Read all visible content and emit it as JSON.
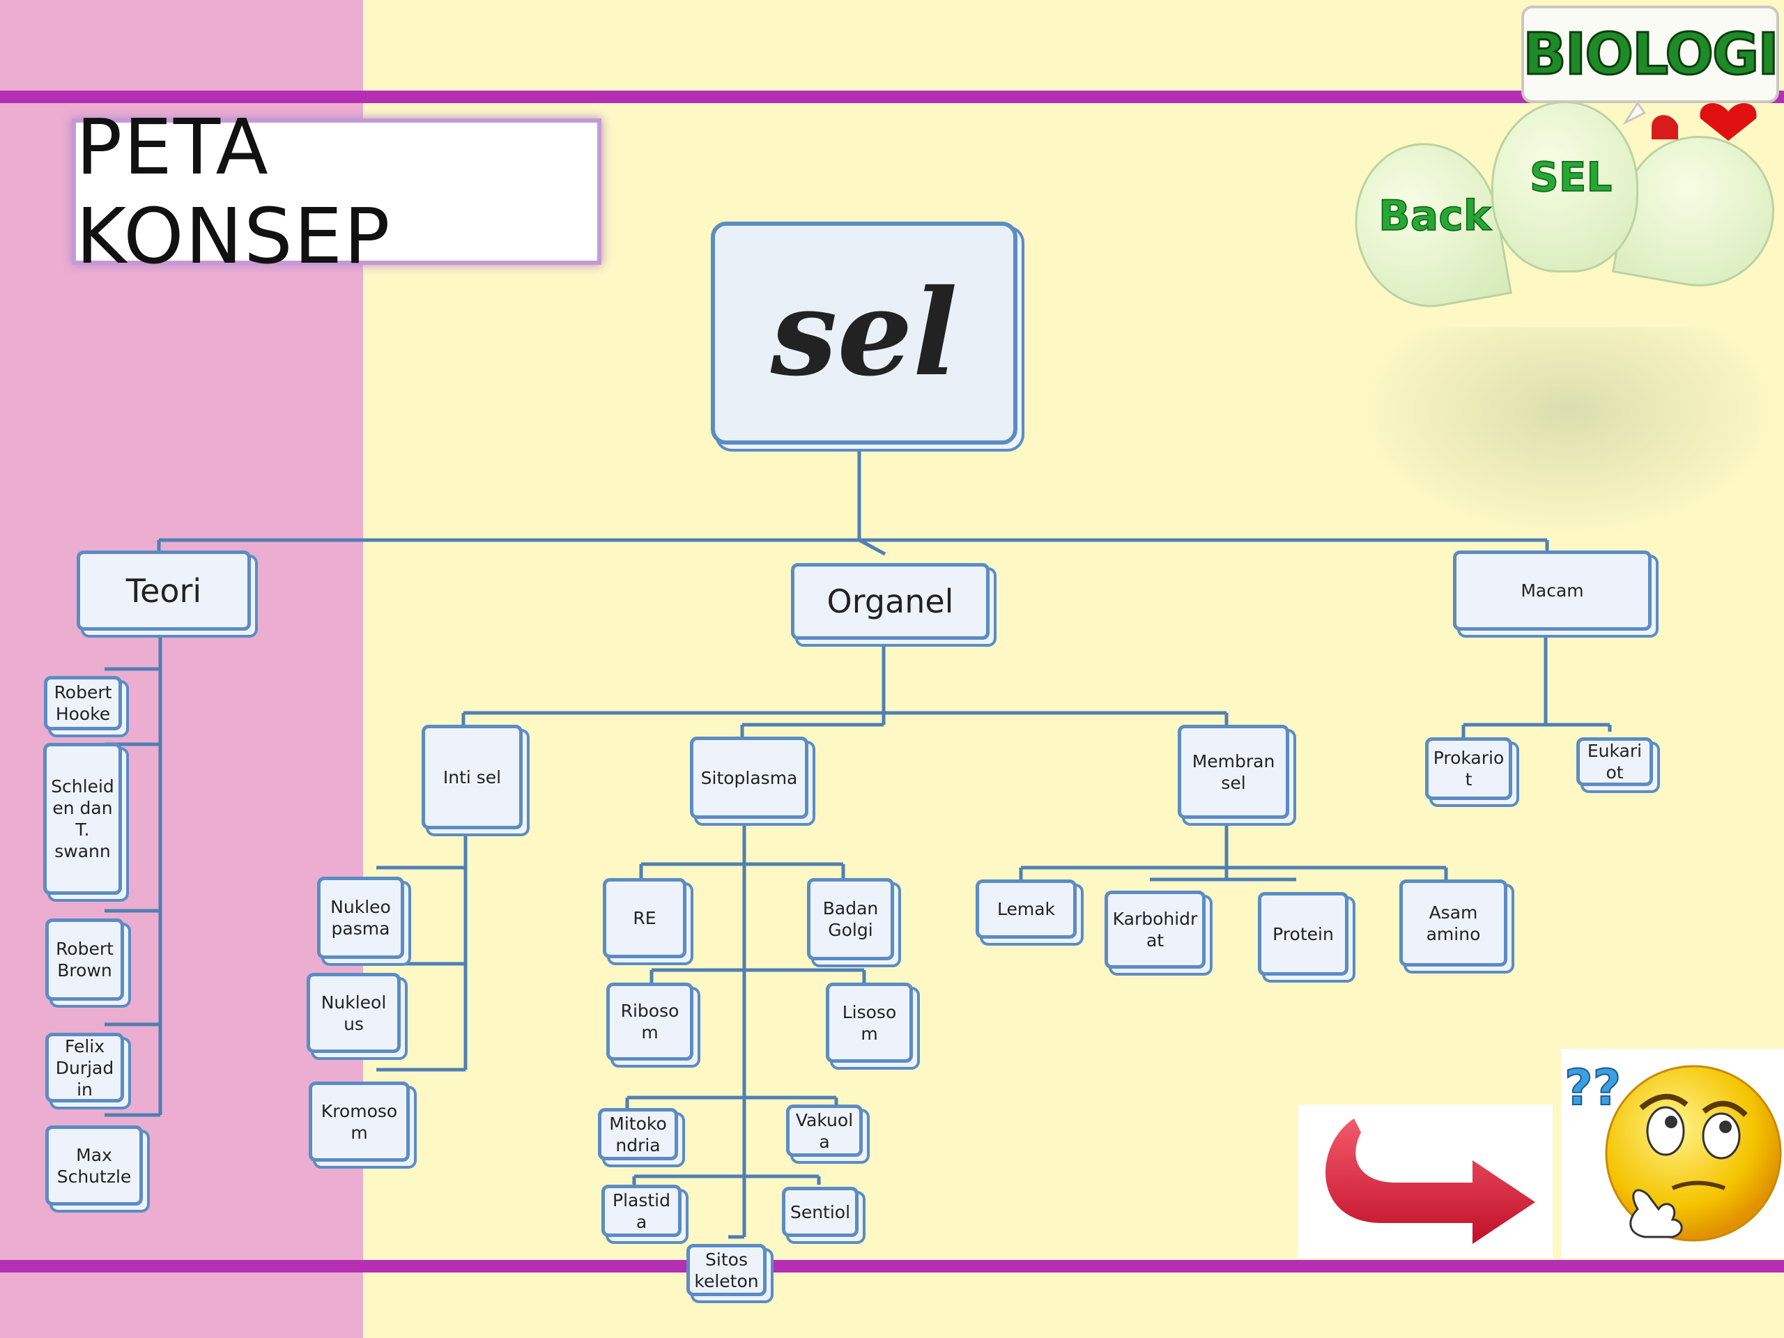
{
  "title": "PETA KONSEP",
  "brand": "BIOLOGI",
  "nav": {
    "back_label": "Back",
    "sel_label": "SEL"
  },
  "colors": {
    "left_band": "#ebaed0",
    "background": "#fdf8c4",
    "band": "#b52fb5",
    "box_border": "#5b8cc4",
    "box_fill": "#eef3fb",
    "line": "#4f7fb3"
  },
  "root": {
    "label": "sel"
  },
  "teori": {
    "label": "Teori",
    "children": [
      "Robert\nHooke",
      "Schleid\nen dan\nT.\nswann",
      "Robert\nBrown",
      "Felix\nDurjad\nin",
      "Max\nSchutzle"
    ]
  },
  "organel": {
    "label": "Organel",
    "inti_sel": {
      "label": "Inti sel",
      "children": [
        "Nukleo\npasma",
        "Nukleol\nus",
        "Kromoso\nm"
      ]
    },
    "sitoplasma": {
      "label": "Sitoplasma",
      "children": [
        "RE",
        "Badan\nGolgi",
        "Riboso\nm",
        "Lisoso\nm",
        "Mitoko\nndria",
        "Vakuol\na",
        "Plastid\na",
        "Sentiol",
        "Sitos\nkeleton"
      ]
    },
    "membran_sel": {
      "label": "Membran\nsel",
      "children": [
        "Lemak",
        "Karbohidr\nat",
        "Protein",
        "Asam\namino"
      ]
    }
  },
  "macam": {
    "label": "Macam",
    "children": [
      "Prokario\nt",
      "Eukari\not"
    ]
  }
}
